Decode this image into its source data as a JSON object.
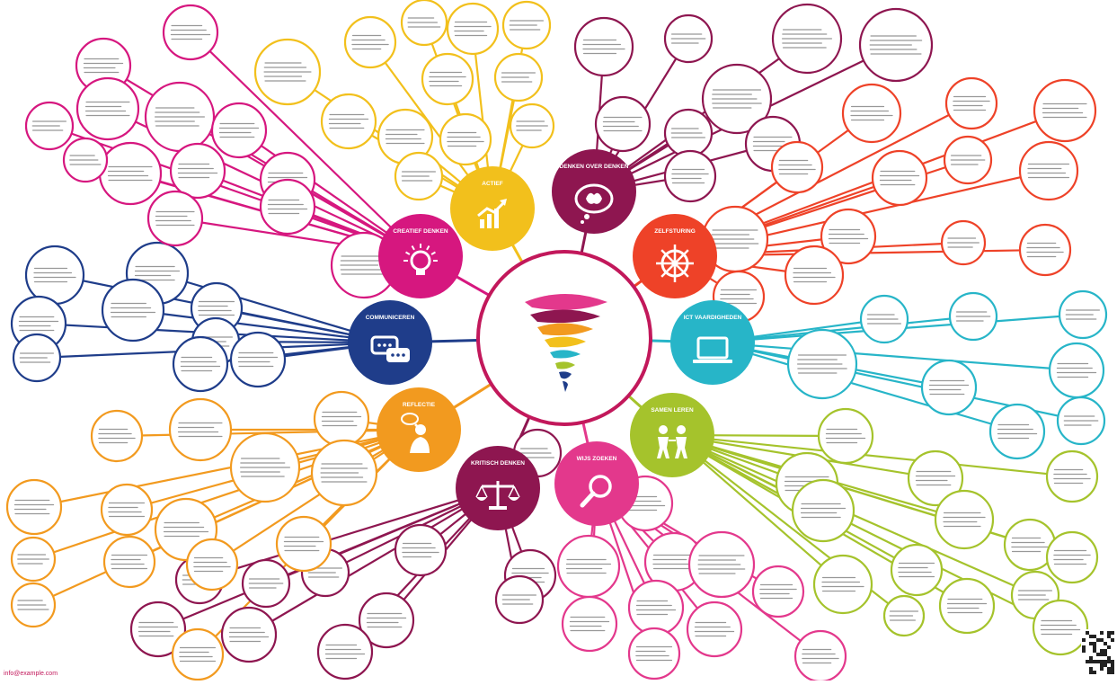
{
  "center": {
    "icon": "tornado-icon"
  },
  "hubs": [
    {
      "id": "actie",
      "title": "ACTIEF",
      "color": "#F2C01C",
      "icon": "growth-chart-icon"
    },
    {
      "id": "denken",
      "title": "DENKEN OVER DENKEN",
      "color": "#8E1650",
      "icon": "brain-bubble-icon"
    },
    {
      "id": "zelfsturing",
      "title": "ZELFSTURING",
      "color": "#EE4228",
      "icon": "ship-wheel-icon"
    },
    {
      "id": "ict",
      "title": "ICT VAARDIGHEDEN",
      "color": "#27B5C8",
      "icon": "laptop-icon"
    },
    {
      "id": "samen",
      "title": "SAMEN LEREN",
      "color": "#A5C32C",
      "icon": "people-icon"
    },
    {
      "id": "zoek",
      "title": "WIJS ZOEKEN",
      "color": "#E3388C",
      "icon": "magnifier-icon"
    },
    {
      "id": "kritisch",
      "title": "KRITISCH DENKEN",
      "color": "#8E1650",
      "icon": "scales-icon"
    },
    {
      "id": "reflectie",
      "title": "REFLECTIE",
      "color": "#F29A1F",
      "icon": "thinking-person-icon"
    },
    {
      "id": "comm",
      "title": "COMMUNICEREN",
      "color": "#1F3D8A",
      "icon": "speech-bubbles-icon"
    },
    {
      "id": "creatief",
      "title": "CREATIEF DENKEN",
      "color": "#D6177F",
      "icon": "lightbulb-icon"
    }
  ],
  "footer": "info@example.com"
}
